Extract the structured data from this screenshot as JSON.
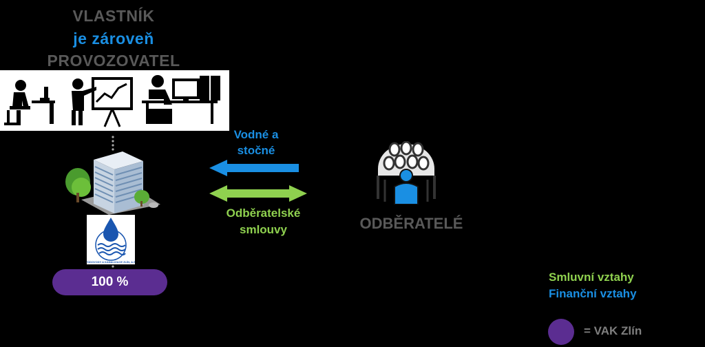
{
  "owner": {
    "line1": "VLASTNÍK",
    "line2": "je zároveň",
    "line3": "PROVOZOVATEL"
  },
  "arrows": {
    "top_label_1": "Vodné a",
    "top_label_2": "stočné",
    "bottom_label_1": "Odběratelské",
    "bottom_label_2": "smlouvy"
  },
  "customers": {
    "label": "ODBĚRATELÉ"
  },
  "ownership": {
    "percent": "100 %"
  },
  "logo": {
    "text": "VODOVODY A KANALIZACE ZLÍN, A.S."
  },
  "legend": {
    "contract": "Smluvní vztahy",
    "financial": "Finanční vztahy",
    "company": "= VAK Zlín"
  },
  "colors": {
    "blue": "#1a8fe3",
    "green": "#8fd14f",
    "purple": "#5b2d91",
    "gray": "#595959"
  }
}
